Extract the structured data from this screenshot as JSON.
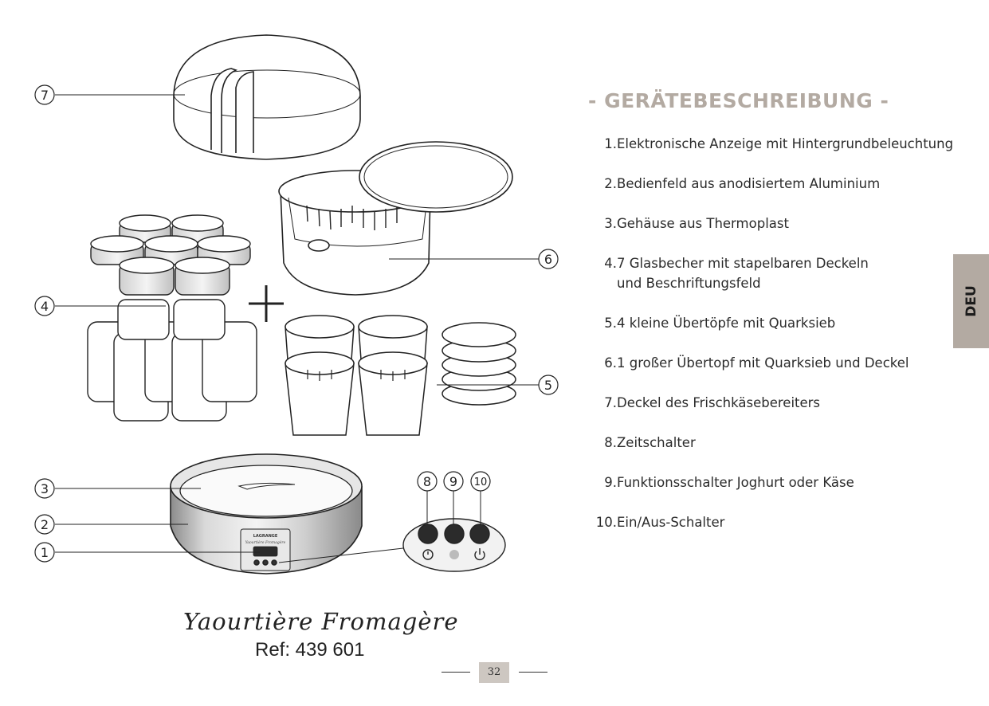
{
  "section_title": "- GERÄTEBESCHREIBUNG -",
  "items": [
    {
      "num": "1.",
      "line1": "Elektronische Anzeige mit Hintergrundbeleuchtung",
      "line2": ""
    },
    {
      "num": "2.",
      "line1": "Bedienfeld aus anodisiertem Aluminium",
      "line2": ""
    },
    {
      "num": "3.",
      "line1": "Gehäuse aus Thermoplast",
      "line2": ""
    },
    {
      "num": "4.",
      "line1": "7 Glasbecher mit stapelbaren Deckeln",
      "line2": "und Beschriftungsfeld"
    },
    {
      "num": "5.",
      "line1": "4 kleine Übertöpfe mit Quarksieb",
      "line2": ""
    },
    {
      "num": "6.",
      "line1": "1 großer Übertopf mit Quarksieb und Deckel",
      "line2": ""
    },
    {
      "num": "7.",
      "line1": "Deckel des Frischkäsebereiters",
      "line2": ""
    },
    {
      "num": "8.",
      "line1": "Zeitschalter",
      "line2": ""
    },
    {
      "num": "9.",
      "line1": "Funktionsschalter Joghurt oder Käse",
      "line2": ""
    },
    {
      "num": "10.",
      "line1": "Ein/Aus-Schalter",
      "line2": ""
    }
  ],
  "callouts": [
    "1",
    "2",
    "3",
    "4",
    "5",
    "6",
    "7",
    "8",
    "9",
    "10"
  ],
  "language_tab": "DEU",
  "product_name": "Yaourtière Fromagère",
  "reference": "Ref: 439 601",
  "page_number": "32",
  "device_brand": "LAGRANGE",
  "device_model": "Yaourtière Fromagère",
  "colors": {
    "accent": "#b3aaa2",
    "page_number_bg": "#cdc7c1",
    "text": "#2b2b2b"
  }
}
